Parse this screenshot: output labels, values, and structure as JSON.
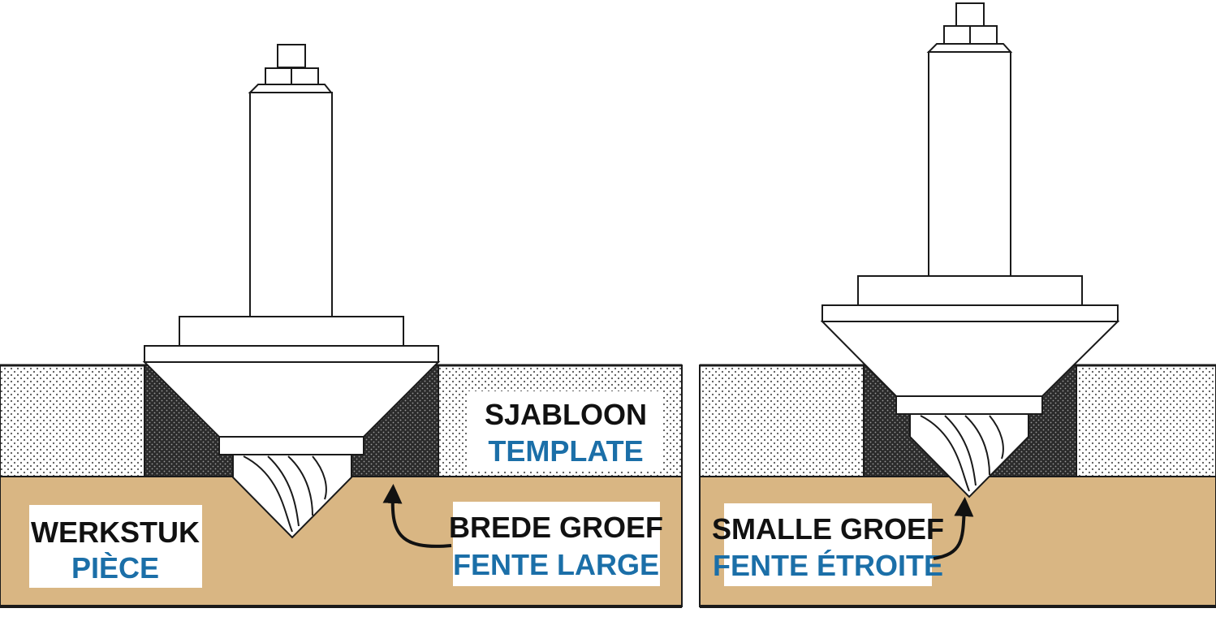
{
  "colors": {
    "outline": "#1a1a1a",
    "workpiece": "#d9b683",
    "template_dots_bg": "#ffffff",
    "template_dots": "#555555",
    "cut_fill": "#2b2b2b",
    "label_dark": "#111111",
    "label_blue": "#1b6fa8",
    "label_box": "#ffffff"
  },
  "left_panel": {
    "template_label": {
      "nl": "SJABLOON",
      "fr": "TEMPLATE"
    },
    "workpiece_label": {
      "nl": "WERKSTUK",
      "fr": "PIÈCE"
    },
    "groove_label": {
      "nl": "BREDE GROEF",
      "fr": "FENTE LARGE"
    }
  },
  "right_panel": {
    "groove_label": {
      "nl": "SMALLE GROEF",
      "fr": "FENTE ÉTROITE"
    }
  }
}
